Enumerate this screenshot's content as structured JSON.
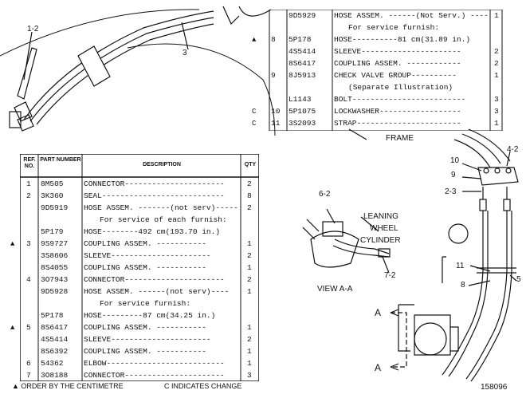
{
  "callouts": {
    "c12_top": "1-2",
    "c3": "3",
    "c10": "10",
    "c42": "4-2",
    "c9": "9",
    "c23": "2-3",
    "c11": "11",
    "c8": "8",
    "c5": "5",
    "c62": "6-2",
    "c72": "7-2",
    "section_a_top": "A",
    "section_a_bottom": "A",
    "frame": "FRAME",
    "view": "VIEW A-A",
    "cylinder": [
      "LEANING",
      "WHEEL",
      "CYLINDER"
    ],
    "figure_no": "158096"
  },
  "top_table": {
    "rows": [
      {
        "ref": "",
        "mark": "",
        "part": "9D5929",
        "desc": "HOSE ASSEM. ------(Not Serv.) ----",
        "qty": "1"
      },
      {
        "ref": "",
        "mark": "",
        "part": "",
        "desc": "For service furnish:",
        "qty": ""
      },
      {
        "ref": "8",
        "mark": "▲",
        "part": "5P178",
        "desc": "HOSE----------81 cm(31.89 in.)",
        "qty": ""
      },
      {
        "ref": "",
        "mark": "",
        "part": "4S5414",
        "desc": "SLEEVE----------------------",
        "qty": "2"
      },
      {
        "ref": "",
        "mark": "",
        "part": "8S6417",
        "desc": "COUPLING ASSEM. ------------",
        "qty": "2"
      },
      {
        "ref": "9",
        "mark": "",
        "part": "8J5913",
        "desc": "CHECK VALVE GROUP----------",
        "qty": "1"
      },
      {
        "ref": "",
        "mark": "",
        "part": "",
        "desc": "(Separate Illustration)",
        "qty": ""
      },
      {
        "ref": "",
        "mark": "",
        "part": "L1143",
        "desc": "BOLT-------------------------",
        "qty": "3"
      },
      {
        "ref": "10",
        "mark": "C",
        "part": "5P1075",
        "desc": "LOCKWASHER------------------",
        "qty": "3"
      },
      {
        "ref": "11",
        "mark": "C",
        "part": "3S2093",
        "desc": "STRAP-----------------------",
        "qty": "1"
      }
    ]
  },
  "main_table": {
    "headers": {
      "ref": "REF. NO.",
      "part": "PART NUMBER",
      "desc": "DESCRIPTION",
      "qty": "QTY"
    },
    "rows": [
      {
        "ref": "1",
        "mark": "",
        "part": "8M505",
        "desc": "CONNECTOR----------------------",
        "qty": "2"
      },
      {
        "ref": "2",
        "mark": "",
        "part": "3K360",
        "desc": "SEAL---------------------------",
        "qty": "8"
      },
      {
        "ref": "",
        "mark": "",
        "part": "9D5919",
        "desc": "HOSE ASSEM. -------(not serv)-----",
        "qty": "2"
      },
      {
        "ref": "",
        "mark": "",
        "part": "",
        "desc": "For service of each furnish:",
        "qty": ""
      },
      {
        "ref": "",
        "mark": "",
        "part": "5P179",
        "desc": "HOSE--------492 cm(193.70 in.)",
        "qty": ""
      },
      {
        "ref": "3",
        "mark": "▲",
        "part": "9S9727",
        "desc": "COUPLING ASSEM. -----------",
        "qty": "1"
      },
      {
        "ref": "",
        "mark": "",
        "part": "3S8606",
        "desc": "SLEEVE----------------------",
        "qty": "2"
      },
      {
        "ref": "",
        "mark": "",
        "part": "8S4055",
        "desc": "COUPLING ASSEM. -----------",
        "qty": "1"
      },
      {
        "ref": "4",
        "mark": "",
        "part": "3O7943",
        "desc": "CONNECTOR----------------------",
        "qty": "2"
      },
      {
        "ref": "",
        "mark": "",
        "part": "9D5928",
        "desc": "HOSE ASSEM. ------(not serv)----",
        "qty": "1"
      },
      {
        "ref": "",
        "mark": "",
        "part": "",
        "desc": "For service furnish:",
        "qty": ""
      },
      {
        "ref": "",
        "mark": "",
        "part": "5P178",
        "desc": "HOSE---------87 cm(34.25 in.)",
        "qty": ""
      },
      {
        "ref": "5",
        "mark": "▲",
        "part": "8S6417",
        "desc": "COUPLING ASSEM. -----------",
        "qty": "1"
      },
      {
        "ref": "",
        "mark": "",
        "part": "4S5414",
        "desc": "SLEEVE----------------------",
        "qty": "2"
      },
      {
        "ref": "",
        "mark": "",
        "part": "8S6392",
        "desc": "COUPLING ASSEM. -----------",
        "qty": "1"
      },
      {
        "ref": "6",
        "mark": "",
        "part": "54362",
        "desc": "ELBOW--------------------------",
        "qty": "1"
      },
      {
        "ref": "7",
        "mark": "",
        "part": "3O8188",
        "desc": "CONNECTOR----------------------",
        "qty": "3"
      }
    ]
  },
  "footer": {
    "left": "▲ ORDER BY THE CENTIMETRE",
    "right": "C INDICATES CHANGE"
  }
}
